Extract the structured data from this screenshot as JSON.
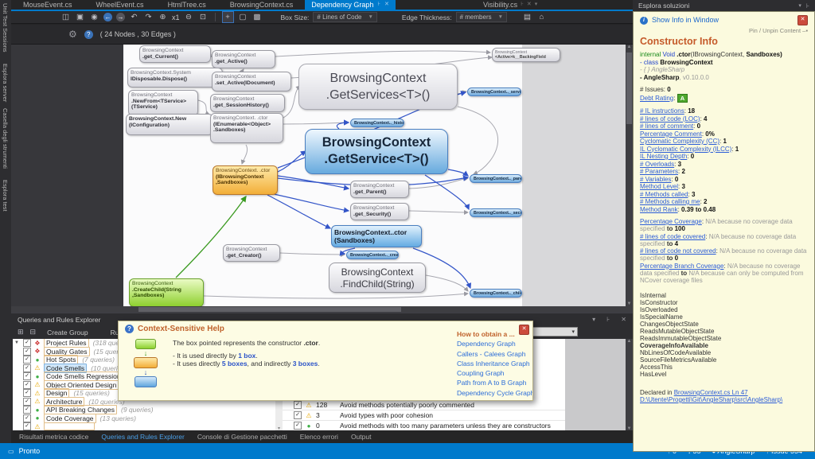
{
  "window": {
    "left_tabs": [
      "Unit Test Sessions",
      "Esplora server",
      "Casella degli strumenti",
      "Esplora test"
    ],
    "doc_tabs": [
      "MouseEvent.cs",
      "WheelEvent.cs",
      "HtmlTree.cs",
      "BrowsingContext.cs",
      "Dependency Graph",
      "Visibility.cs"
    ],
    "status": {
      "ready": "Pronto",
      "git_a": "0",
      "git_b": "55",
      "git_branch": "AngleSharp",
      "git_issue": "Issue 554"
    }
  },
  "graph_toolbar": {
    "box_size_label": "Box Size:",
    "box_size_value": "# Lines of Code",
    "edge_label": "Edge Thickness:",
    "edge_value": "# members",
    "zoom": "x1",
    "counts": "(  24 Nodes  ,  30 Edges  )"
  },
  "graph": {
    "nodes": [
      {
        "l1": "BrowsingContext",
        "l2": ".get_Current()"
      },
      {
        "l1": "BrowsingContext",
        "l2": ".get_Active()"
      },
      {
        "l1": "BrowsingContext.System",
        "l2": "IDisposable.Dispose()"
      },
      {
        "l1": "BrowsingContext",
        "l2": ".set_Active(IDocument)"
      },
      {
        "l1": "BrowsingContext",
        "l2": ".NewFrom<TService>",
        "l3": "(TService)"
      },
      {
        "l1": "BrowsingContext",
        "l2": ".get_SessionHistory()"
      },
      {
        "l1": "BrowsingContext.New",
        "l2": "(IConfiguration)"
      },
      {
        "l1": "BrowsingContext. .ctor",
        "l2": "(IEnumerable<Object>",
        "l3": ".Sandboxes)"
      },
      {
        "l1": "BrowsingContext",
        "l2": ".GetServices<T>()"
      },
      {
        "l1": "BrowsingContext",
        "l2": "<Active>k__BackingField"
      },
      {
        "l1": "BrowsingContext.._history"
      },
      {
        "l1": "BrowsingContext",
        "l2": ".GetService<T>()"
      },
      {
        "l1": "BrowsingContext. .ctor",
        "l2": "(IBrowsingContext",
        "l3": ",Sandboxes)"
      },
      {
        "l1": "BrowsingContext",
        "l2": ".get_Parent()"
      },
      {
        "l1": "BrowsingContext",
        "l2": ".get_Security()"
      },
      {
        "l1": "BrowsingContext..ctor",
        "l2": "(Sandboxes)"
      },
      {
        "l1": "BrowsingContext.._parent"
      },
      {
        "l1": "BrowsingContext.._services"
      },
      {
        "l1": "BrowsingContext.._security"
      },
      {
        "l1": "BrowsingContext.._children"
      },
      {
        "l1": "BrowsingContext.._creator"
      },
      {
        "l1": "BrowsingContext",
        "l2": ".get_Creator()"
      },
      {
        "l1": "BrowsingContext",
        "l2": ".CreateChild(String",
        "l3": ",Sandboxes)"
      },
      {
        "l1": "BrowsingContext",
        "l2": ".FindChild(String)"
      }
    ]
  },
  "bottom_panel": {
    "title": "Queries and Rules Explorer",
    "create_group": "Create Group",
    "rule_button": "Rul",
    "tree": [
      {
        "icon": "diamonds-icon",
        "label": "Project Rules",
        "count": "(318 queries)"
      },
      {
        "icon": "diamonds-icon",
        "label": "Quality Gates",
        "count": "(15 queries)"
      },
      {
        "icon": "green-dot-icon",
        "label": "Hot Spots",
        "count": "(7 queries)"
      },
      {
        "icon": "warning-icon",
        "label": "Code Smells",
        "count": "(10 queries)"
      },
      {
        "icon": "green-dot-icon",
        "label": "Code Smells Regression",
        "count": ""
      },
      {
        "icon": "warning-icon",
        "label": "Object Oriented Design",
        "count": ""
      },
      {
        "icon": "warning-icon",
        "label": "Design",
        "count": "(15 queries)"
      },
      {
        "icon": "warning-icon",
        "label": "Architecture",
        "count": "(10 queries)"
      },
      {
        "icon": "green-dot-icon",
        "label": "API Breaking Changes",
        "count": "(9 queries)"
      },
      {
        "icon": "green-dot-icon",
        "label": "Code Coverage",
        "count": "(13 queries)"
      },
      {
        "icon": "warning-icon",
        "label": "",
        "count": ""
      }
    ],
    "rules": [
      {
        "count": "128",
        "text": "Avoid methods potentially poorly commented"
      },
      {
        "count": "3",
        "text": "Avoid types with poor cohesion"
      },
      {
        "count": "0",
        "text": "Avoid methods with too many parameters unless they are constructors"
      }
    ],
    "tabs": [
      "Risultati metrica codice",
      "Queries and Rules Explorer",
      "Console di Gestione pacchetti",
      "Elenco errori",
      "Output"
    ]
  },
  "help_popup": {
    "title": "Context-Sensitive Help",
    "line1_pre": "The box pointed represents the constructor ",
    "line1_code": ".ctor",
    "line1_post": ".",
    "line2_pre": "- It is used directly by ",
    "line2_hl": "1 box",
    "line2_post": ".",
    "line3_pre": "- It uses directly ",
    "line3_hl1": "5 boxes",
    "line3_mid": ", and indirectly ",
    "line3_hl2": "3 boxes",
    "line3_post": ".",
    "how_title": "How to obtain a ...",
    "links": [
      "Dependency Graph",
      "Callers - Calees Graph",
      "Class Inheritance Graph",
      "Coupling Graph",
      "Path from A to B Graph",
      "Dependency Cycle Graph"
    ]
  },
  "info_panel": {
    "window_title": "Esplora soluzioni",
    "show_info": "Show Info in Window",
    "pin_label": "Pin / Unpin Content",
    "heading": "Constructor Info",
    "sig_kw": "internal",
    "sig_type": "Void",
    "sig_name": ".ctor",
    "sig_params_pre": "(IBrowsingContext, ",
    "sig_params_bold": "Sandboxes)",
    "class_kw": "- class",
    "class_name": "BrowsingContext",
    "ns_line": "- { }  AngleSharp",
    "asm_name": "- AngleSharp",
    "asm_ver": ", v0.10.0.0",
    "issues_label": "# Issues:",
    "issues_value": "0",
    "debt_label": "Debt Rating",
    "debt_value": "A",
    "stats": [
      {
        "l": "# IL instructions",
        "v": "18"
      },
      {
        "l": "# lines of code (LOC)",
        "v": "4"
      },
      {
        "l": "# lines of comment",
        "v": "0"
      },
      {
        "l": "Percentage Comment",
        "v": "0%"
      },
      {
        "l": "Cyclomatic Complexity (CC)",
        "v": "1"
      },
      {
        "l": "IL Cyclomatic Complexity (ILCC)",
        "v": "1"
      },
      {
        "l": "IL Nesting Depth",
        "v": "0"
      },
      {
        "l": "# Overloads",
        "v": "3"
      },
      {
        "l": "# Parameters",
        "v": "2"
      },
      {
        "l": "# Variables",
        "v": "0"
      },
      {
        "l": "Method Level",
        "v": "3"
      },
      {
        "l": "# Methods called",
        "v": "3"
      },
      {
        "l": "# Methods calling me",
        "v": "2"
      },
      {
        "l": "Method Rank",
        "v": "0.39  to  0.48"
      }
    ],
    "coverage": [
      {
        "l": "Percentage Coverage",
        "t": "N/A because no coverage data specified",
        "v": "100",
        "tail": ""
      },
      {
        "l": "# lines of code covered",
        "t": "N/A because no coverage data specified",
        "v": "4",
        "tail": ""
      },
      {
        "l": "# lines of code not covered",
        "t": "N/A because no coverage data specified",
        "v": "0",
        "tail": ""
      },
      {
        "l": "Percentage Branch Coverage",
        "t": "N/A because no coverage data specified",
        "v": "",
        "tail": "N/A because can only be computed from NCover coverage files"
      }
    ],
    "flags": [
      "IsInternal",
      "IsConstructor",
      "IsOverloaded",
      "IsSpecialName",
      "ChangesObjectState",
      "ReadsMutableObjectState",
      "ReadsImmutableObjectState",
      "CoverageInfoAvailable",
      "NbLinesOfCodeAvailable",
      "SourceFileMetricsAvailable",
      "AccessThis",
      "HasLevel"
    ],
    "declared_pre": "Declared in ",
    "declared_link": "BrowsingContext.cs Ln 47",
    "declared_path": "D:\\Utente\\Progetti\\Git\\AngleSharp\\src\\AngleSharp\\"
  }
}
